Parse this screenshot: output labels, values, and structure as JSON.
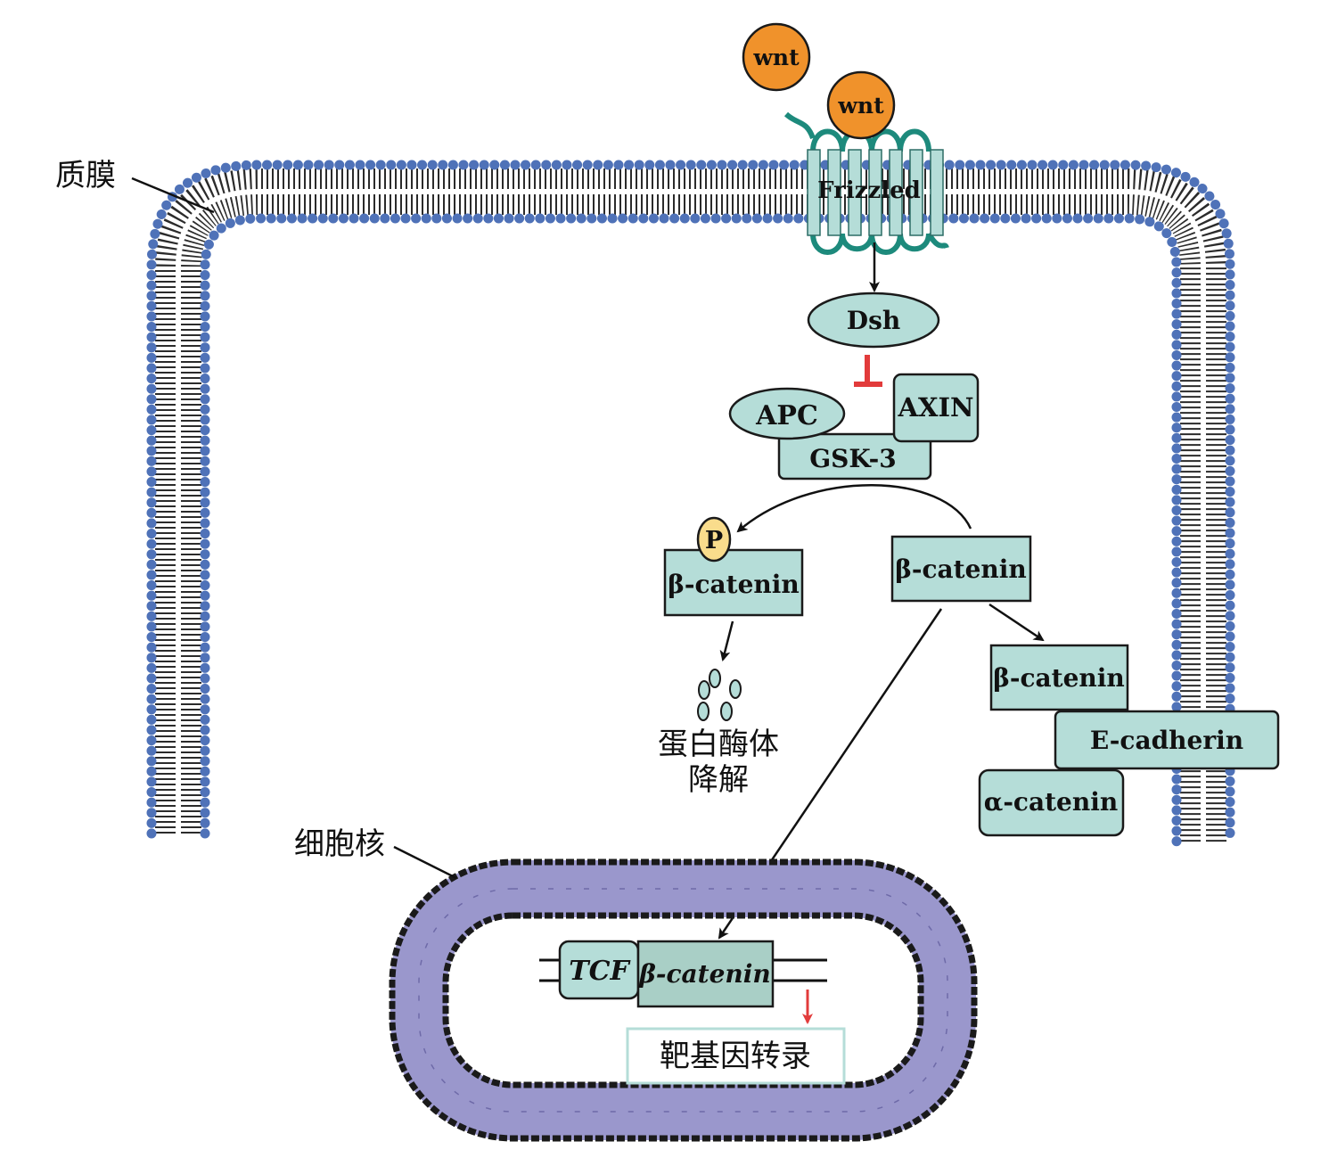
{
  "labels": {
    "plasma_membrane": "质膜",
    "nucleus": "细胞核",
    "wnt_1": "wnt",
    "wnt_2": "wnt",
    "frizzled": "Frizzled",
    "dsh": "Dsh",
    "apc": "APC",
    "axin": "AXIN",
    "gsk3": "GSK-3",
    "phospho": "P",
    "beta_catenin_phos": "β-catenin",
    "beta_catenin_free": "β-catenin",
    "beta_catenin_adhesion": "β-catenin",
    "e_cadherin": "E-cadherin",
    "alpha_catenin": "α-catenin",
    "degradation_line1": "蛋白酶体",
    "degradation_line2": "降解",
    "tcf": "TCF",
    "beta_catenin_nuclear": "β-catenin",
    "transcription": "靶基因转录"
  },
  "colors": {
    "protein_fill": "#b5ddd8",
    "wnt_fill": "#f0922b",
    "phospho_fill": "#f9dc8c",
    "membrane_head": "#5b7fc2",
    "nuclear_envelope": "#9a97cc",
    "inhibit": "#e23b3b",
    "nuclear_complex": "#a9cfc6"
  }
}
